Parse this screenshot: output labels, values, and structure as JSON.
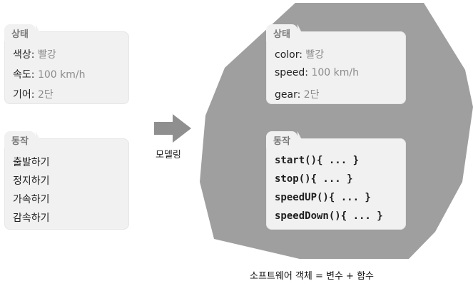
{
  "left": {
    "state": {
      "title": "상태",
      "rows": [
        {
          "key": "색상",
          "value": "빨강"
        },
        {
          "key": "속도",
          "value": "100 km/h"
        },
        {
          "key": "기어",
          "value": "2단"
        }
      ]
    },
    "behavior": {
      "title": "동작",
      "items": [
        "출발하기",
        "정지하기",
        "가속하기",
        "감속하기"
      ]
    }
  },
  "middle": {
    "label": "모델링"
  },
  "right": {
    "state": {
      "title": "상태",
      "rows": [
        {
          "key": "color",
          "value": "빨강"
        },
        {
          "key": "speed",
          "value": "100 km/h"
        },
        {
          "key": "gear",
          "value": "2단"
        }
      ]
    },
    "behavior": {
      "title": "동작",
      "code_lines": [
        "start(){ ... }",
        "stop(){ ... }",
        "speedUP(){ ... }",
        "speedDown(){ ... }"
      ]
    }
  },
  "caption": "소프트웨어 객체 = 변수 + 함수",
  "colors": {
    "blob": "#9a9a9a",
    "card": "#f1f1f1",
    "arrow": "#8f8f8f",
    "value_text": "#8b8b8b"
  }
}
